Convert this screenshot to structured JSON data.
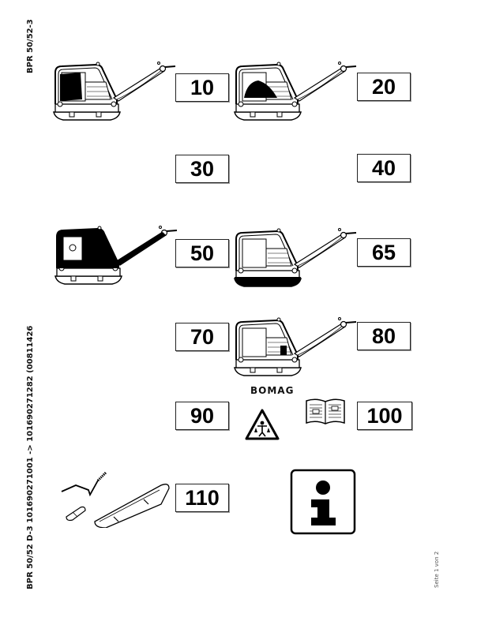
{
  "header": {
    "doc_code": "BPR 50/52-3",
    "doc_id": "BPR 50/52 D-3 101690271001  -> 101690271282 (00811426",
    "page_label": "Seite 1 von 2"
  },
  "items": [
    {
      "number": "10",
      "illustration": "plate-compactor-engine-black"
    },
    {
      "number": "20",
      "illustration": "plate-compactor-exciter-black"
    },
    {
      "number": "30",
      "illustration": ""
    },
    {
      "number": "40",
      "illustration": ""
    },
    {
      "number": "50",
      "illustration": "plate-compactor-frame-black"
    },
    {
      "number": "65",
      "illustration": "plate-compactor-baseplate-black"
    },
    {
      "number": "70",
      "illustration": ""
    },
    {
      "number": "80",
      "illustration": "plate-compactor-detail-black"
    },
    {
      "number": "90",
      "illustration": "bomag-logo-warning-sign"
    },
    {
      "number": "100",
      "illustration": "operator-manual-book"
    },
    {
      "number": "110",
      "illustration": "tools-and-accessories"
    }
  ],
  "brand": {
    "logo_text": "BOMAG"
  },
  "icons": [
    "info-icon",
    "warning-triangle-icon",
    "book-icon"
  ]
}
